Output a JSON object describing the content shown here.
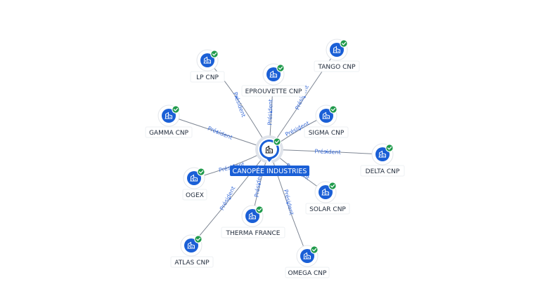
{
  "graph": {
    "center": {
      "name": "CANOPÉE INDUSTRIES",
      "icon": "building-icon",
      "verified": true
    },
    "relation_label": "Président",
    "nodes": [
      {
        "id": "lp",
        "name": "LP CNP",
        "icon": "building-icon",
        "verified": true,
        "relation": "Président"
      },
      {
        "id": "eprouvette",
        "name": "EPROUVETTE CNP",
        "icon": "building-icon",
        "verified": true,
        "relation": "Président"
      },
      {
        "id": "tango",
        "name": "TANGO CNP",
        "icon": "building-icon",
        "verified": true,
        "relation": "Président"
      },
      {
        "id": "gamma",
        "name": "GAMMA CNP",
        "icon": "building-icon",
        "verified": true,
        "relation": "Président"
      },
      {
        "id": "sigma",
        "name": "SIGMA CNP",
        "icon": "building-icon",
        "verified": true,
        "relation": "Président"
      },
      {
        "id": "delta",
        "name": "DELTA CNP",
        "icon": "building-icon",
        "verified": true,
        "relation": "Président"
      },
      {
        "id": "ogex",
        "name": "OGEX",
        "icon": "building-icon",
        "verified": true,
        "relation": "Président"
      },
      {
        "id": "solar",
        "name": "SOLAR CNP",
        "icon": "building-icon",
        "verified": true,
        "relation": "Président"
      },
      {
        "id": "therma",
        "name": "THERMA FRANCE",
        "icon": "building-icon",
        "verified": true,
        "relation": "Président"
      },
      {
        "id": "atlas",
        "name": "ATLAS CNP",
        "icon": "building-icon",
        "verified": true,
        "relation": "Président"
      },
      {
        "id": "omega",
        "name": "OMEGA CNP",
        "icon": "building-icon",
        "verified": true,
        "relation": "Président"
      }
    ],
    "colors": {
      "node": "#1a5fd6",
      "verified": "#1f9a4b",
      "edge": "#7f8794",
      "relation_label": "#3d6fd9",
      "center_label_bg": "#1a5fd6"
    }
  }
}
